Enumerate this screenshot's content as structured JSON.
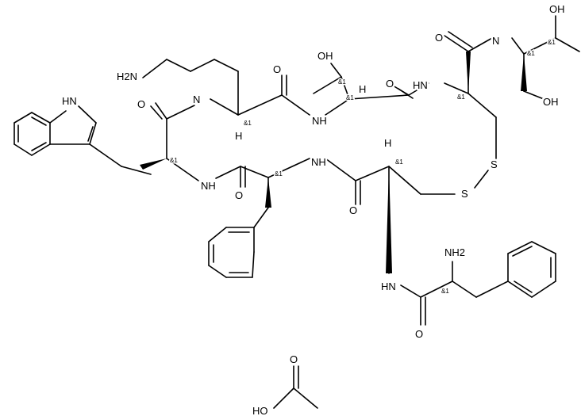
{
  "atoms": {
    "nh2_top": "H2N",
    "nh2_bottom": "NH2",
    "hn_indole": "HN",
    "o": "O",
    "oh": "OH",
    "ho": "HO",
    "h": "H",
    "nh": "NH",
    "hn": "HN",
    "n": "N",
    "h_label": "H",
    "s": "S"
  },
  "stereo_label": "&1",
  "molecule": {
    "main": "peptide with disulfide bridge",
    "salt": "acetic acid"
  }
}
